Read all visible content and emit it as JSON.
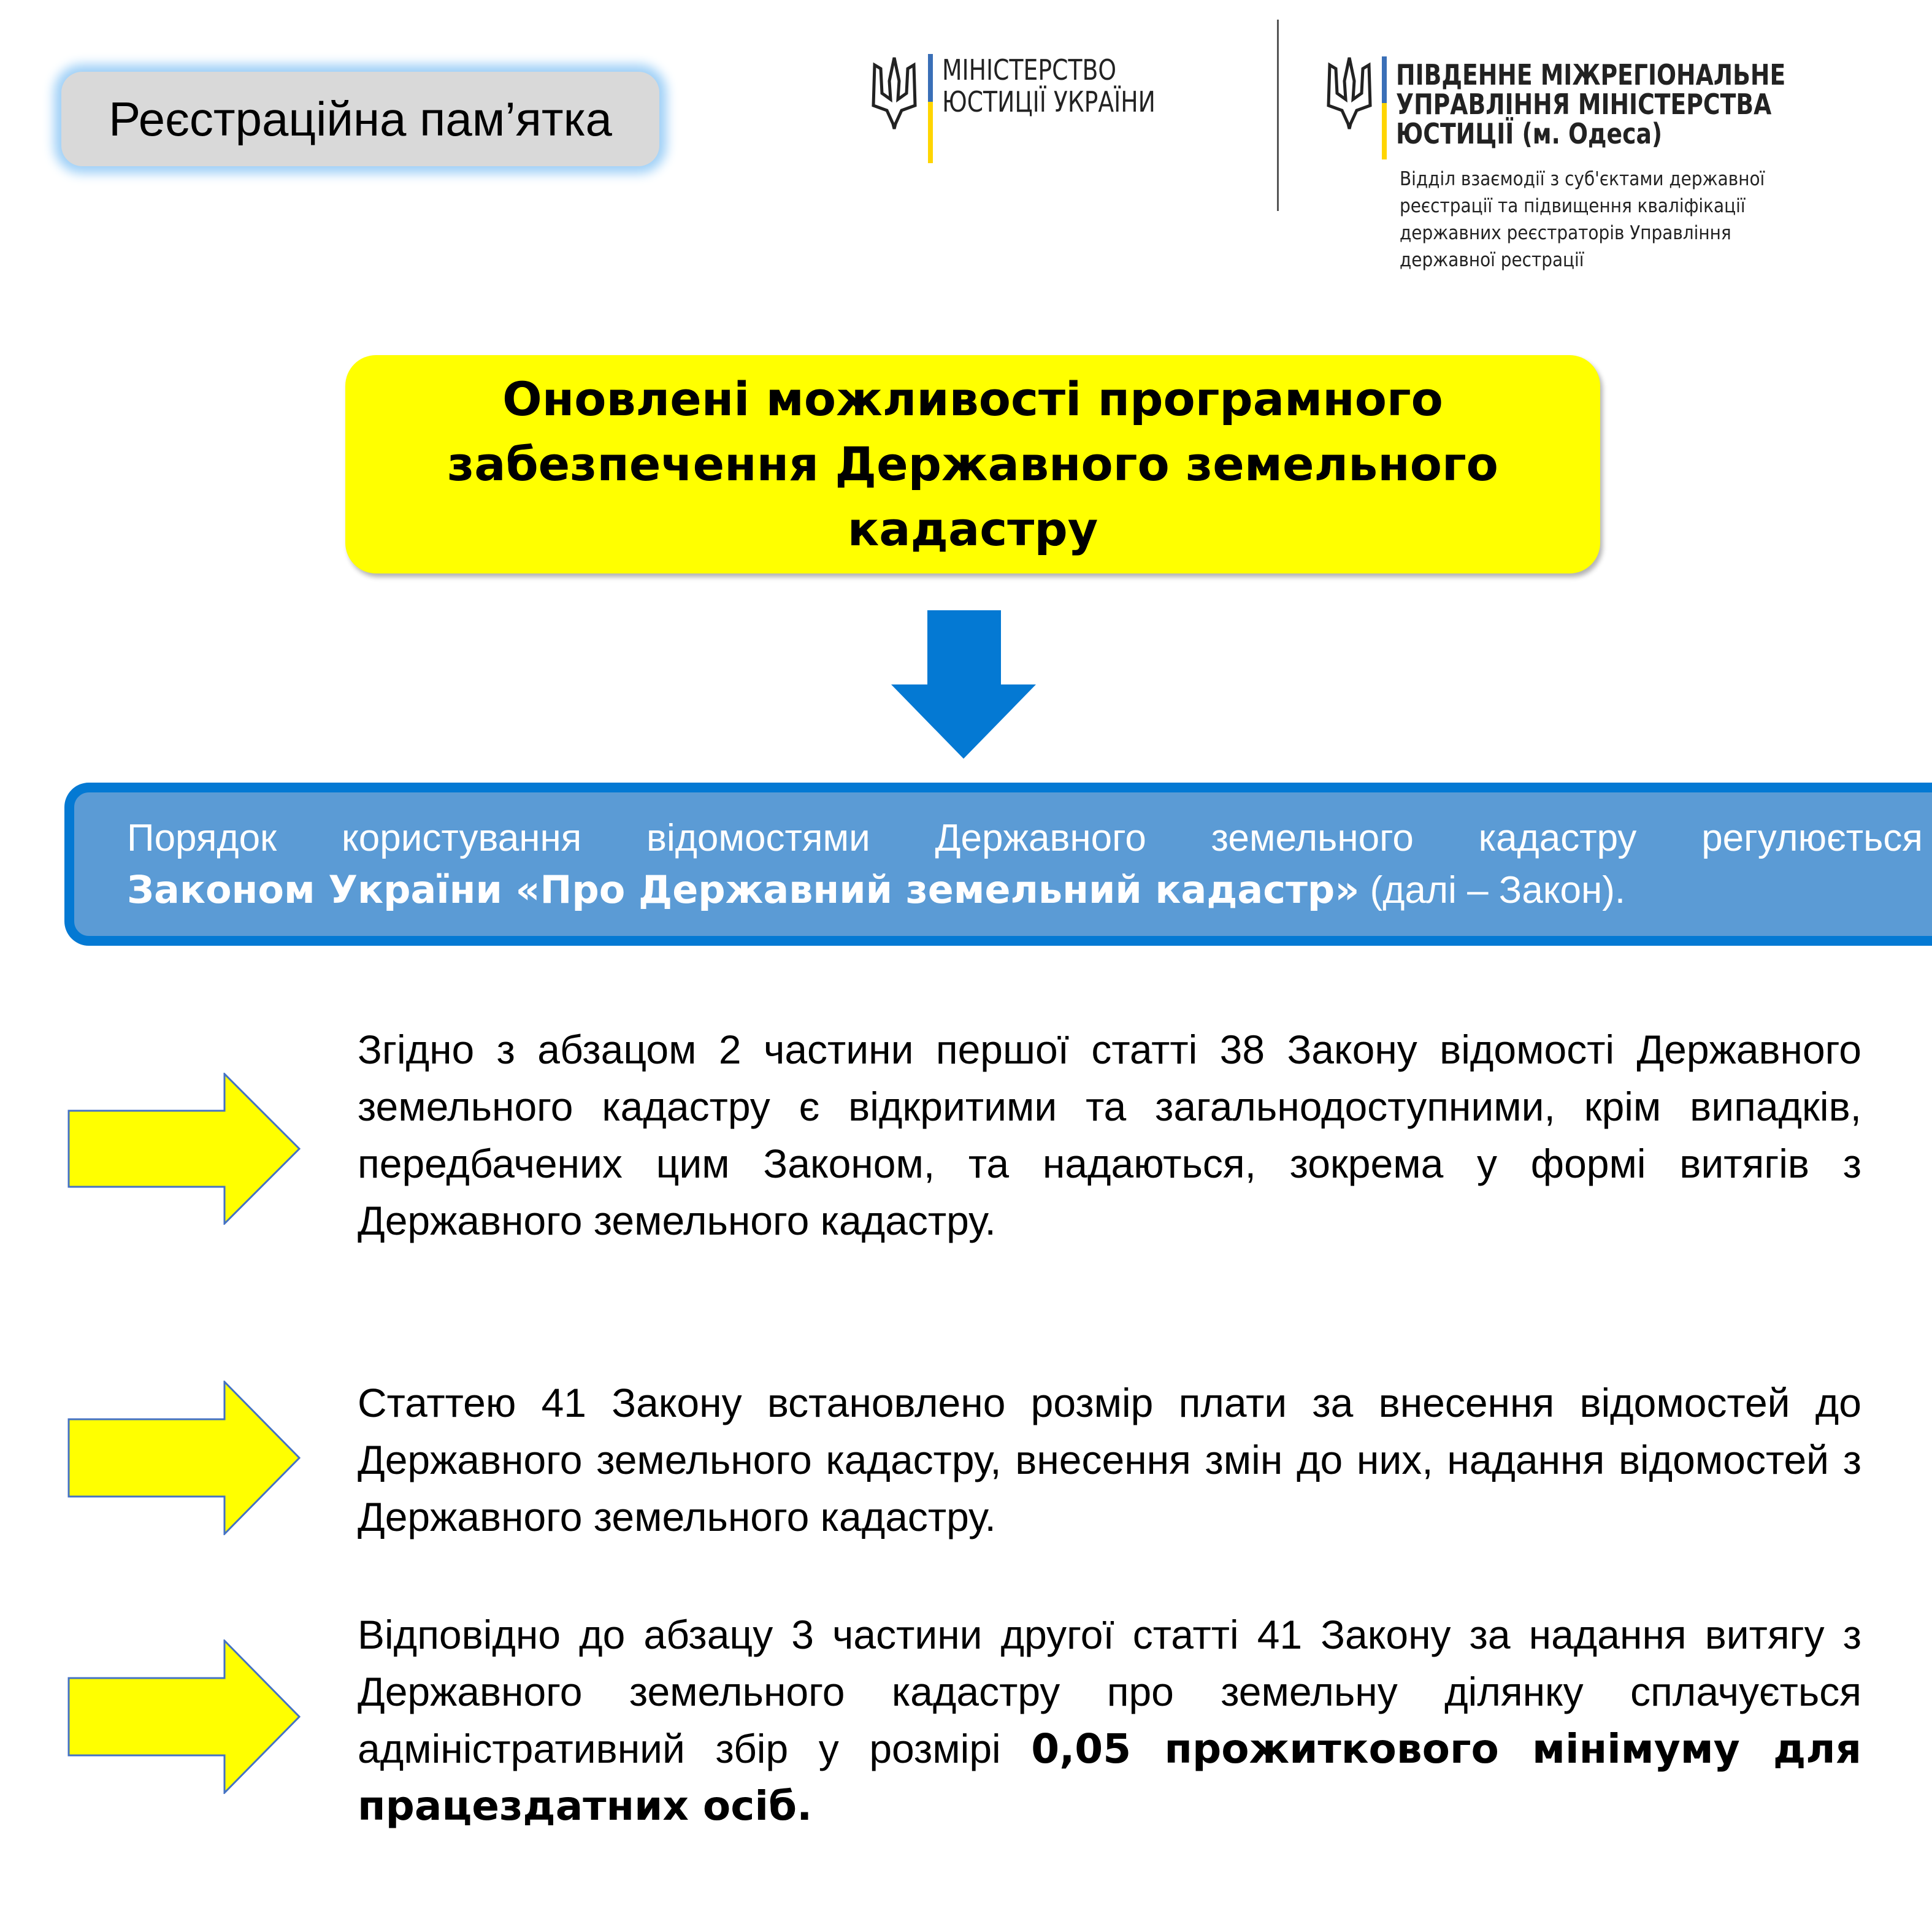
{
  "badge": {
    "label": "Реєстраційна пам’ятка"
  },
  "logo_ministry": {
    "line1": "МІНІСТЕРСТВО",
    "line2": "ЮСТИЦІЇ УКРАЇНИ"
  },
  "logo_regional": {
    "line1": "ПІВДЕННЕ МІЖРЕГІОНАЛЬНЕ",
    "line2": "УПРАВЛІННЯ МІНІСТЕРСТВА",
    "line3": "ЮСТИЦІЇ (м. Одеса)",
    "sub1": "Відділ взаємодії з суб'єктами державної",
    "sub2": "реєстрації та підвищення кваліфікації",
    "sub3": "державних реєстраторів Управління",
    "sub4": "державної рестрації"
  },
  "title": "Оновлені можливості програмного забезпечення Державного земельного кадастру",
  "info": {
    "line1": "Порядок користування відомостями Державного земельного кадастру регулюється",
    "bold": "Законом України «Про Державний земельний кадастр»",
    "rest": " (далі – Закон)."
  },
  "paragraphs": [
    {
      "text": "Згідно з абзацом 2 частини першої статті 38 Закону відомості Державного земельного кадастру є відкритими та загальнодоступними, крім випадків, передбачених цим Законом, та надаються, зокрема у формі витягів з Державного земельного кадастру."
    },
    {
      "text": "Статтею 41 Закону встановлено розмір плати за внесення відомостей до Державного земельного кадастру, внесення змін до них, надання відомостей з Державного земельного кадастру."
    },
    {
      "text": "Відповідно до абзацу 3 частини другої статті 41 Закону за надання витягу з Державного земельного кадастру про земельну ділянку сплачується адміністративний збір у розмірі ",
      "bold": "0,05 прожиткового мінімуму для працездатних осіб."
    }
  ],
  "colors": {
    "yellow": "#ffff00",
    "blue_border": "#0479d3",
    "blue_fill": "#5b9bd5",
    "flag_blue": "#3a6fb7",
    "flag_yellow": "#ffd500"
  }
}
